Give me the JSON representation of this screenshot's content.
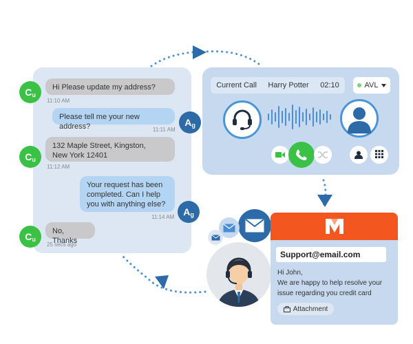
{
  "chat": {
    "avatar_customer": "C",
    "avatar_customer_sub": "u",
    "avatar_agent": "A",
    "avatar_agent_sub": "g",
    "messages": [
      {
        "from": "customer",
        "text": "Hi Please update my address?",
        "time": "11:10 AM"
      },
      {
        "from": "agent",
        "text": "Please tell me your new address?",
        "time": "11:11 AM"
      },
      {
        "from": "customer",
        "line1": "132 Maple Street, Kingston,",
        "line2": "New York 12401",
        "time": "11:12 AM"
      },
      {
        "from": "agent",
        "line1": "Your request has been",
        "line2": "completed. Can I help",
        "line3": "you with anything else?",
        "time": "11:14 AM"
      },
      {
        "from": "customer",
        "text": "No, Thanks",
        "time": "25 secs ago"
      }
    ]
  },
  "call": {
    "label": "Current Call",
    "caller": "Harry Potter",
    "duration": "02:10",
    "status": "AVL",
    "status_color": "#7ed07e",
    "icons": [
      "headset-icon",
      "waveform-icon",
      "user-icon",
      "video-icon",
      "phone-icon",
      "shuffle-icon",
      "person-icon",
      "keypad-icon"
    ]
  },
  "email": {
    "to": "Support@email.com",
    "greeting": "Hi John,",
    "line1": "We are happy to help resolve your",
    "line2": "issue regarding you credit card",
    "attachment": "Attachment",
    "brand_color": "#f4561f"
  },
  "colors": {
    "accent": "#2d6aa8",
    "customer": "#3bc246",
    "panel": "#c6d9ee"
  }
}
